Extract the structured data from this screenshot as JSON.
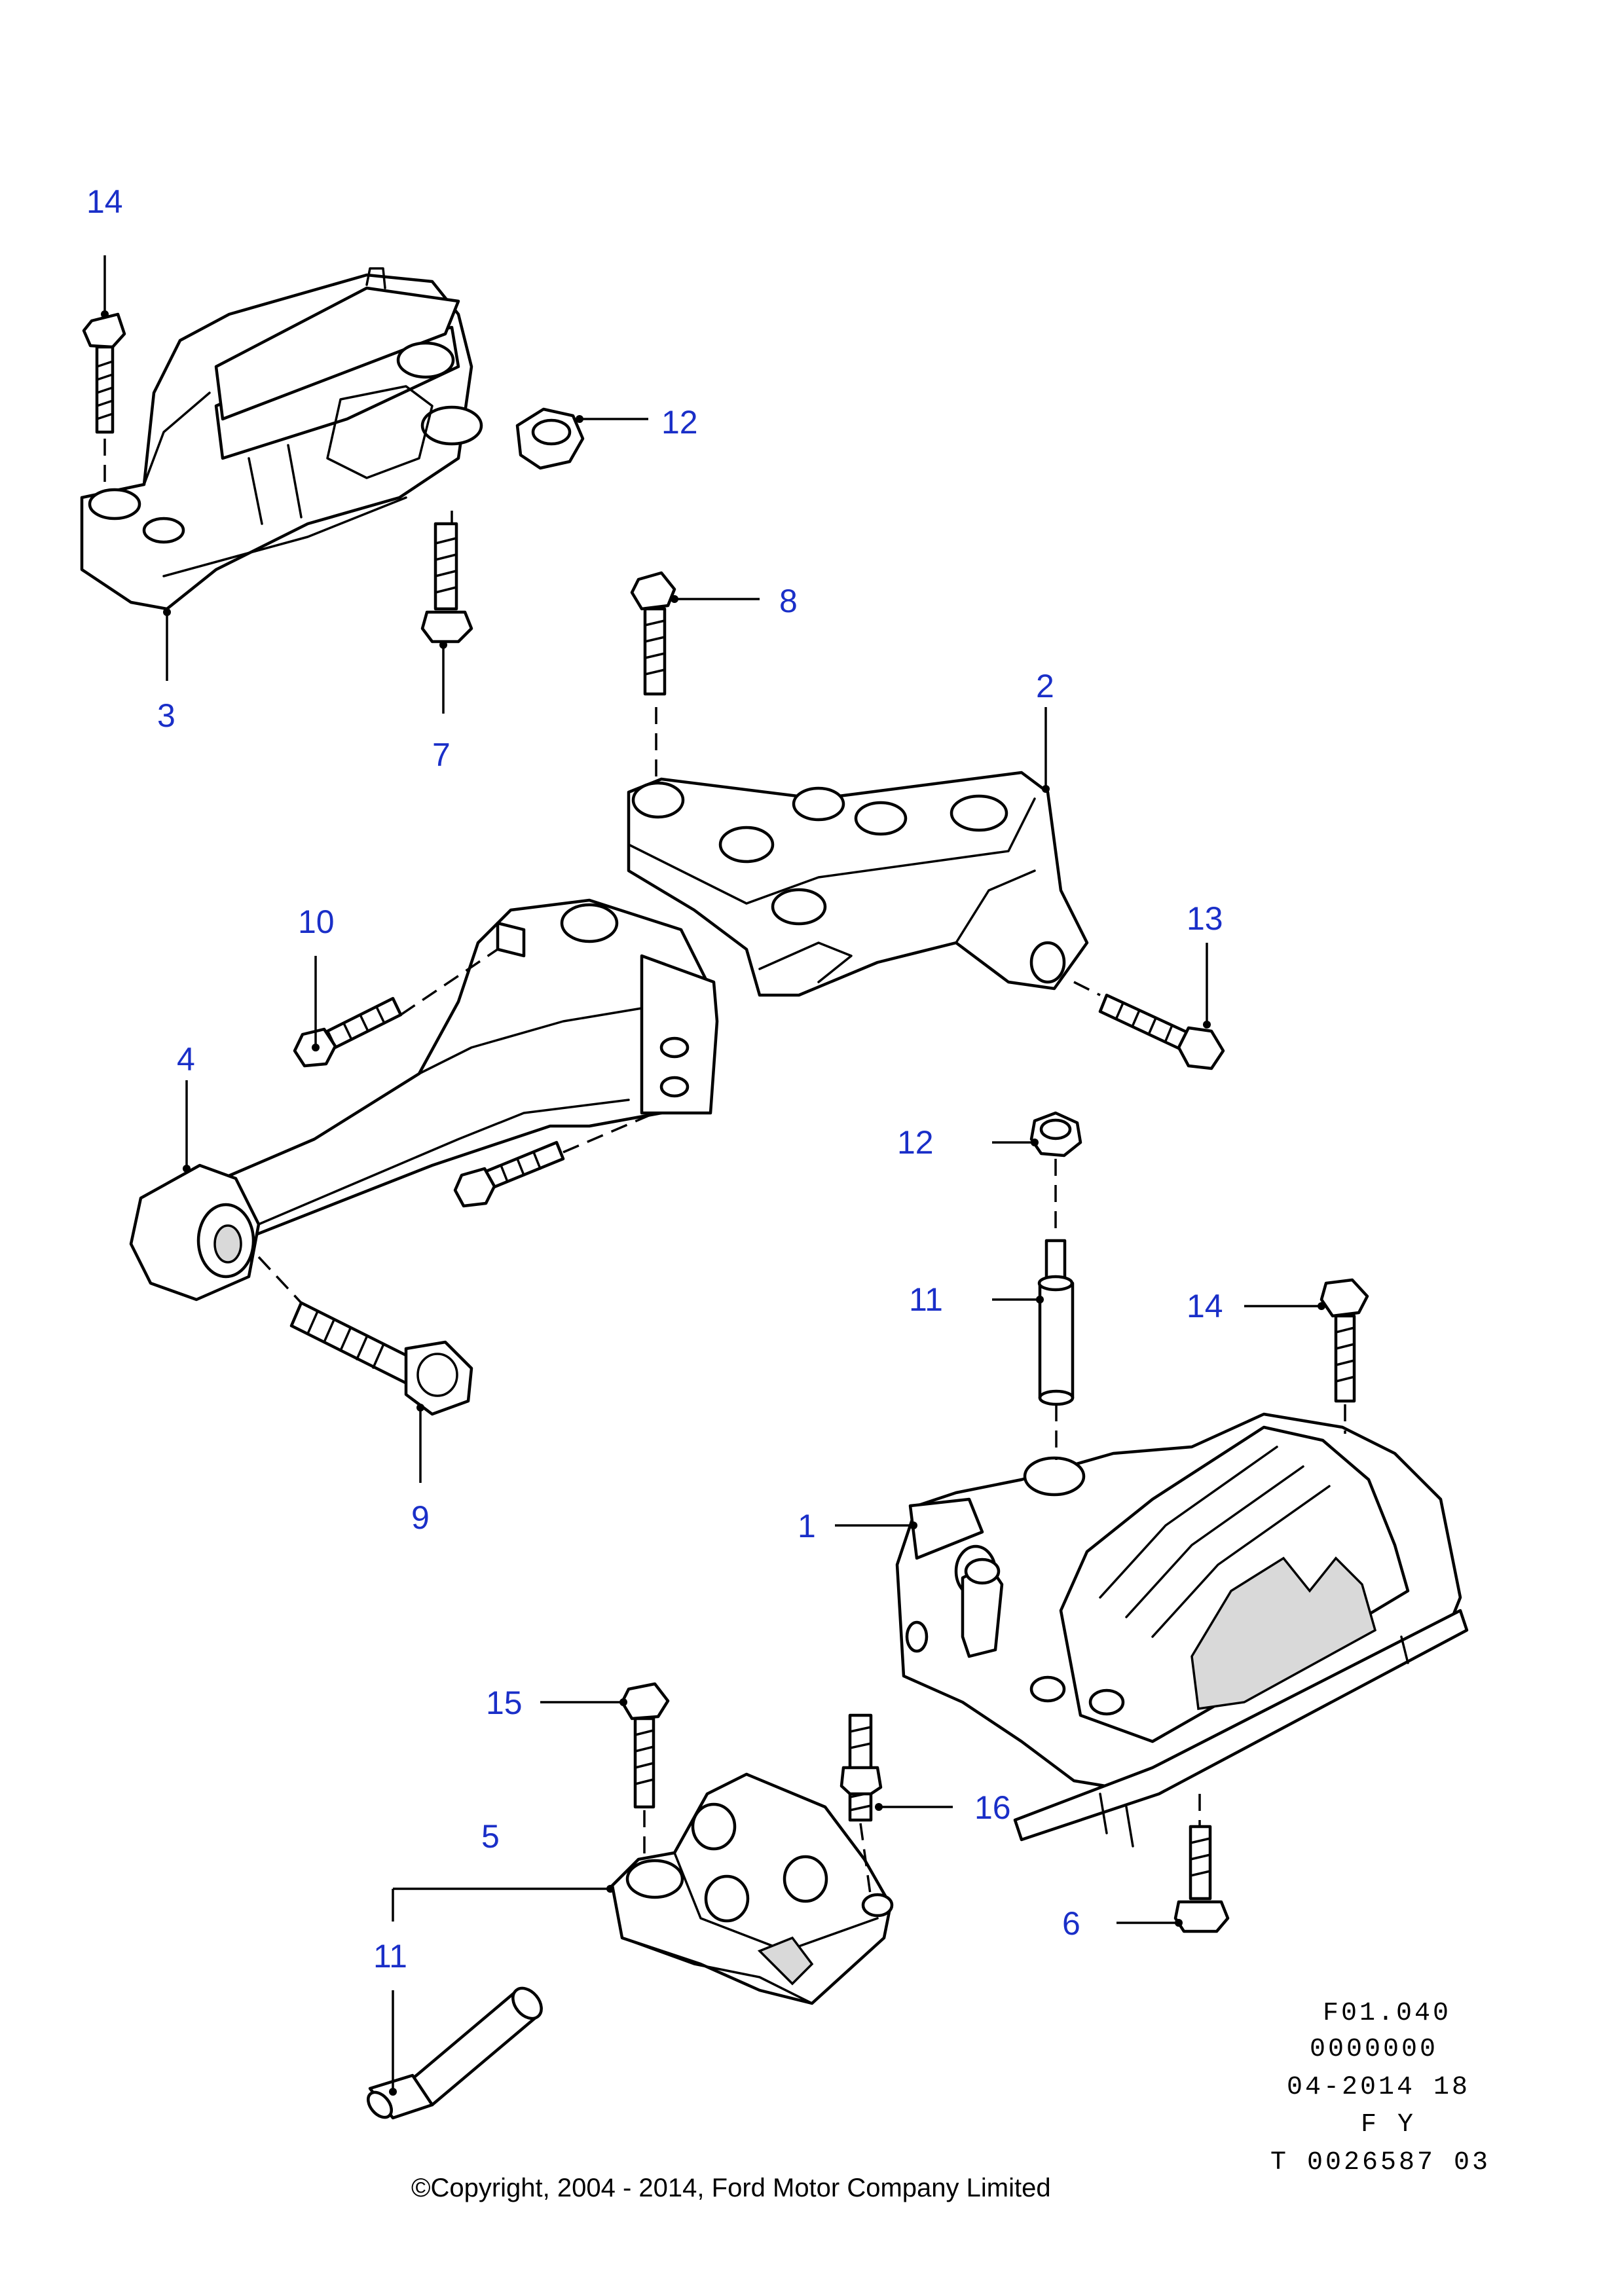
{
  "callouts": {
    "c14a": "14",
    "c12a": "12",
    "c3": "3",
    "c7": "7",
    "c8": "8",
    "c2": "2",
    "c10": "10",
    "c13": "13",
    "c4": "4",
    "c12b": "12",
    "c11a": "11",
    "c14b": "14",
    "c9": "9",
    "c1": "1",
    "c15": "15",
    "c16": "16",
    "c5": "5",
    "c11b": "11",
    "c6": "6"
  },
  "reference": {
    "line1": "F01.040",
    "line2": "0000000",
    "line3": "04-2014 18",
    "line4": "F Y",
    "line5": "T 0026587 03"
  },
  "copyright": "©Copyright, 2004 - 2014, Ford Motor Company Limited",
  "colors": {
    "callout": "#1a2fc8",
    "line": "#000000",
    "background": "#ffffff"
  }
}
